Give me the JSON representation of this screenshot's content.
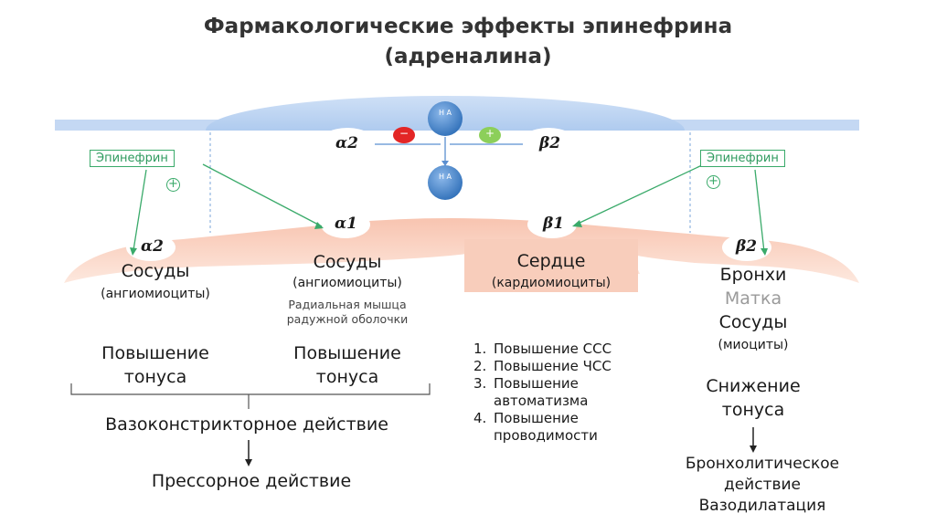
{
  "title": {
    "line1": "Фармакологические эффекты эпинефрина",
    "line2": "(адреналина)"
  },
  "presynaptic": {
    "na_top": "Н А",
    "na_bottom": "Н А",
    "minus": "−",
    "plus": "+",
    "alpha2": "α2",
    "beta2": "β2"
  },
  "epinephrine_left": "Эпинефрин",
  "epinephrine_right": "Эпинефрин",
  "plus_sign": "+",
  "receptors": {
    "alpha2_left": "α2",
    "alpha1": "α1",
    "beta1": "β1",
    "beta2_right": "β2"
  },
  "col1": {
    "target": "Сосуды",
    "cells": "(ангиомиоциты)",
    "effect": "Повышение тонуса"
  },
  "col2": {
    "target": "Сосуды",
    "cells": "(ангиомиоциты)",
    "note1": "Радиальная мышца",
    "note2": "радужной оболочки",
    "effect": "Повышение тонуса"
  },
  "col3": {
    "target": "Сердце",
    "cells": "(кардиомиоциты)",
    "effects": [
      {
        "n": "1.",
        "t": "Повышение ССС"
      },
      {
        "n": "2.",
        "t": "Повышение ЧСС"
      },
      {
        "n": "3.",
        "t": "Повышение автоматизма"
      },
      {
        "n": "4.",
        "t": "Повышение проводимости"
      }
    ]
  },
  "col4": {
    "target1": "Бронхи",
    "target2": "Матка",
    "target3": "Сосуды",
    "cells": "(миоциты)",
    "effect": "Снижение тонуса",
    "result1": "Бронхолитическое",
    "result2": "действие",
    "result3": "Вазодилатация"
  },
  "combined": {
    "vaso": "Вазоконстрикторное действие",
    "pressor": "Прессорное действие"
  }
}
